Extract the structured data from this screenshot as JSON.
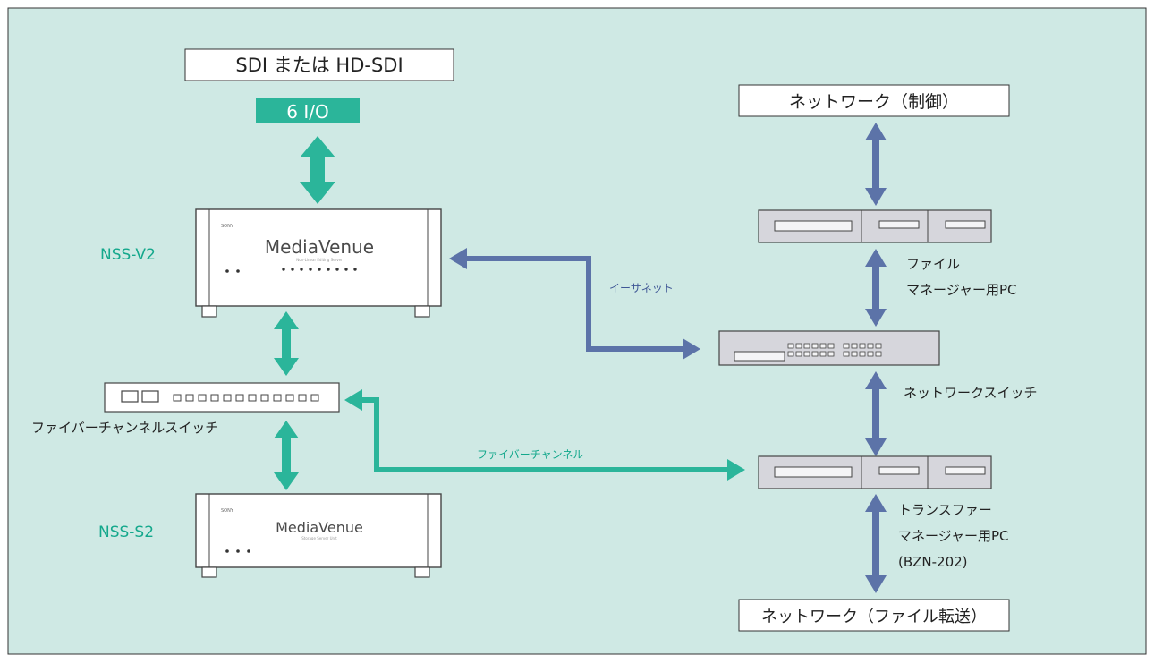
{
  "header_box": "SDI または HD-SDI",
  "io_badge": "6 I/O",
  "devices": {
    "nss_v2": {
      "label": "NSS-V2",
      "brand": "SONY",
      "product": "MediaVenue",
      "sub": "Non-Linear Editing Server"
    },
    "nss_s2": {
      "label": "NSS-S2",
      "brand": "SONY",
      "product": "MediaVenue",
      "sub": "Storage Server Unit"
    }
  },
  "fibre_switch_label": "ファイバーチャンネルスイッチ",
  "network_switch_label": "ネットワークスイッチ",
  "file_manager_label": [
    "ファイル",
    "マネージャー用PC"
  ],
  "transfer_manager_label": [
    "トランスファー",
    "マネージャー用PC",
    "(BZN-202)"
  ],
  "network_control_box": "ネットワーク（制御）",
  "network_transfer_box": "ネットワーク（ファイル転送）",
  "links": {
    "ethernet": "イーサネット",
    "fibre": "ファイバーチャンネル"
  },
  "colors": {
    "background": "#cfe9e4",
    "teal": "#2bb59a",
    "blue": "#5c73a8",
    "device_label": "#14a88c",
    "device_gray": "#d6d6dc",
    "server_white": "#ffffff"
  }
}
